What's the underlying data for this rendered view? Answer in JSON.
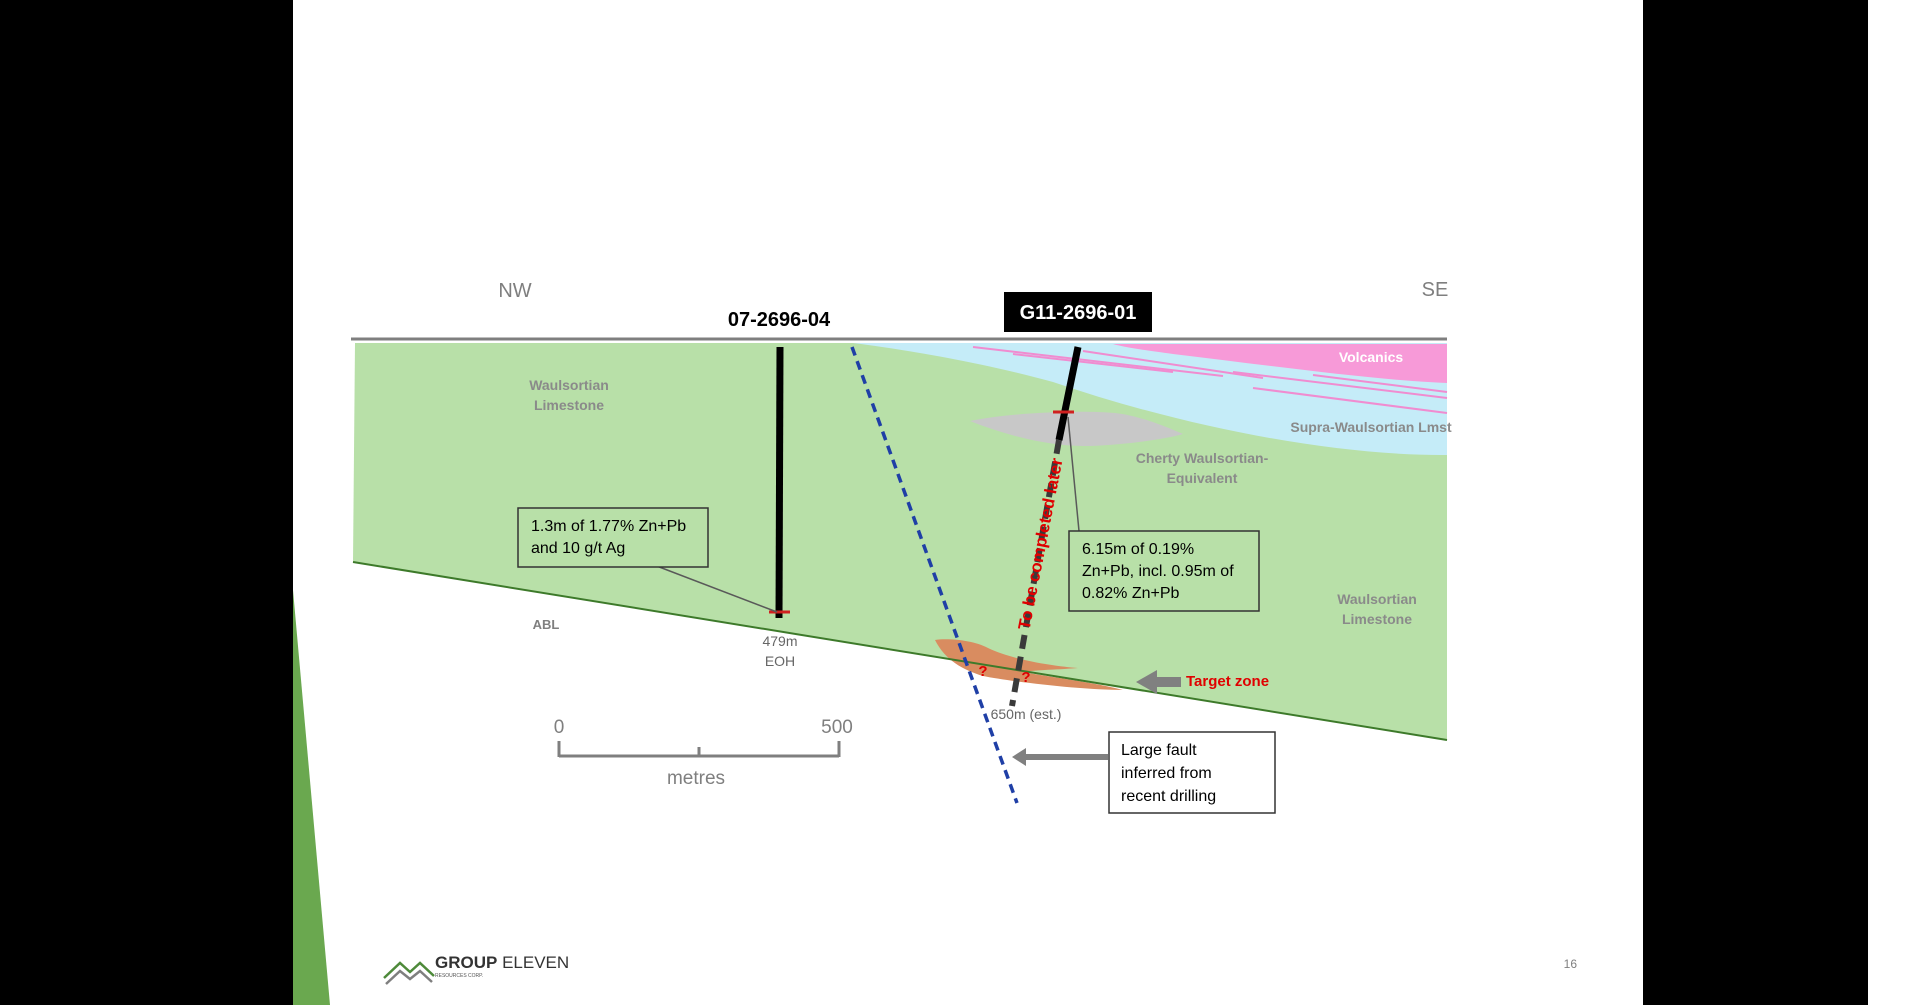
{
  "directions": {
    "left": "NW",
    "right": "SE"
  },
  "drill_holes": {
    "hole_a": {
      "id": "07-2696-04",
      "depth": "479m",
      "depth_note": "EOH"
    },
    "hole_b": {
      "id": "G11-2696-01",
      "depth": "650m (est.)",
      "status": "To be completed later"
    }
  },
  "units": {
    "waulsortian_left": [
      "Waulsortian",
      "Limestone"
    ],
    "volcanics": "Volcanics",
    "supra": "Supra-Waulsortian Lmst",
    "cherty": [
      "Cherty Waulsortian-",
      "Equivalent"
    ],
    "waulsortian_right": [
      "Waulsortian",
      "Limestone"
    ],
    "abl": "ABL"
  },
  "callouts": {
    "hole_a_result": [
      "1.3m of 1.77% Zn+Pb",
      "and 10 g/t Ag"
    ],
    "hole_b_result": [
      "6.15m of 0.19%",
      "Zn+Pb, incl. 0.95m of",
      "0.82% Zn+Pb"
    ],
    "fault": [
      "Large fault",
      "inferred from",
      "recent drilling"
    ]
  },
  "target_zone": "Target zone",
  "question_marks": [
    "?",
    "?"
  ],
  "scale": {
    "start": "0",
    "end": "500",
    "unit": "metres"
  },
  "logo": {
    "name_bold": "GROUP",
    "name_rest": " ELEVEN",
    "tagline": "RESOURCES CORP."
  },
  "page_number": "16",
  "colors": {
    "limestone_green": "#b8e0a8",
    "supra_blue": "#c5ecf8",
    "volcanics_pink": "#f79ad8",
    "target_orange": "#d98c60",
    "fault_blue": "#1f3fa6",
    "accent_red": "#e00000",
    "slide_green_band": "#6aa84f"
  }
}
